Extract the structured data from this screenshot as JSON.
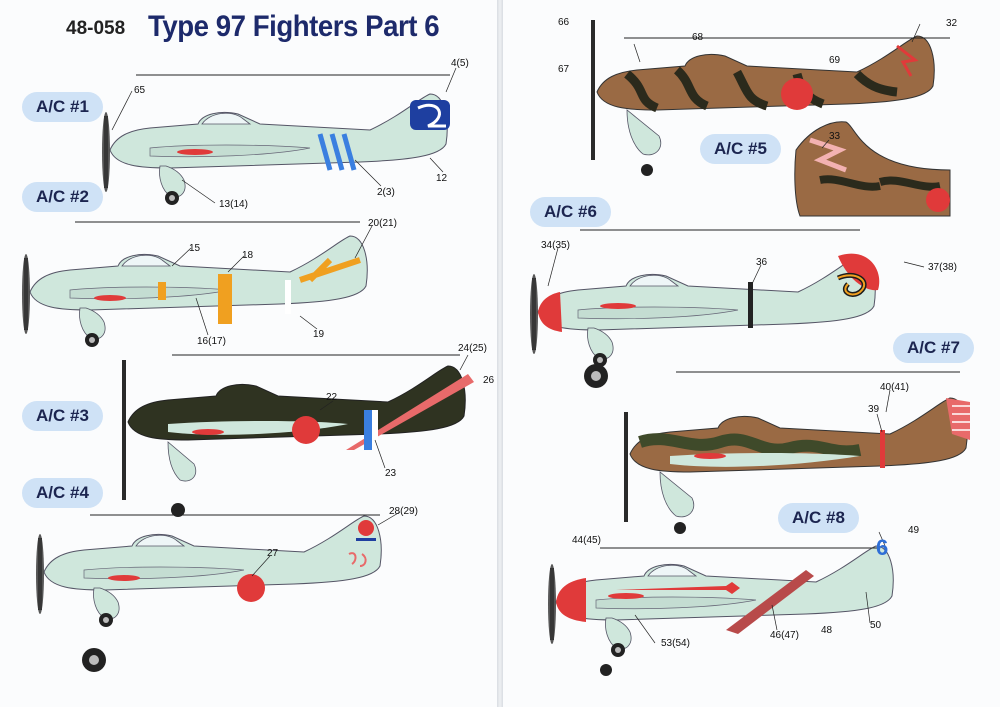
{
  "header": {
    "code": "48-058",
    "title": "Type 97 Fighters Part 6"
  },
  "aircraft_labels": [
    "A/C #1",
    "A/C #2",
    "A/C #3",
    "A/C #4",
    "A/C #5",
    "A/C #6",
    "A/C #7",
    "A/C #8"
  ],
  "callouts": [
    "65",
    "4(5)",
    "2(3)",
    "12",
    "13(14)",
    "15",
    "18",
    "20(21)",
    "16(17)",
    "19",
    "22",
    "24(25)",
    "26",
    "23",
    "27",
    "28(29)",
    "66",
    "67",
    "68",
    "32",
    "69",
    "33",
    "34(35)",
    "36",
    "37(38)",
    "40(41)",
    "39",
    "44(45)",
    "49",
    "53(54)",
    "46(47)",
    "48",
    "50"
  ],
  "colors": {
    "title": "#1d2a6b",
    "label_bubble": "#cfe2f6",
    "airframe_grey_green": "#cfe7dc",
    "hinomaru_red": "#e03a3a",
    "dark_green": "#2f3321",
    "camo_brown": "#9a6a44",
    "marking_blue": "#2f6fd6",
    "marking_orange": "#f0a020"
  },
  "sheet_note": "6"
}
